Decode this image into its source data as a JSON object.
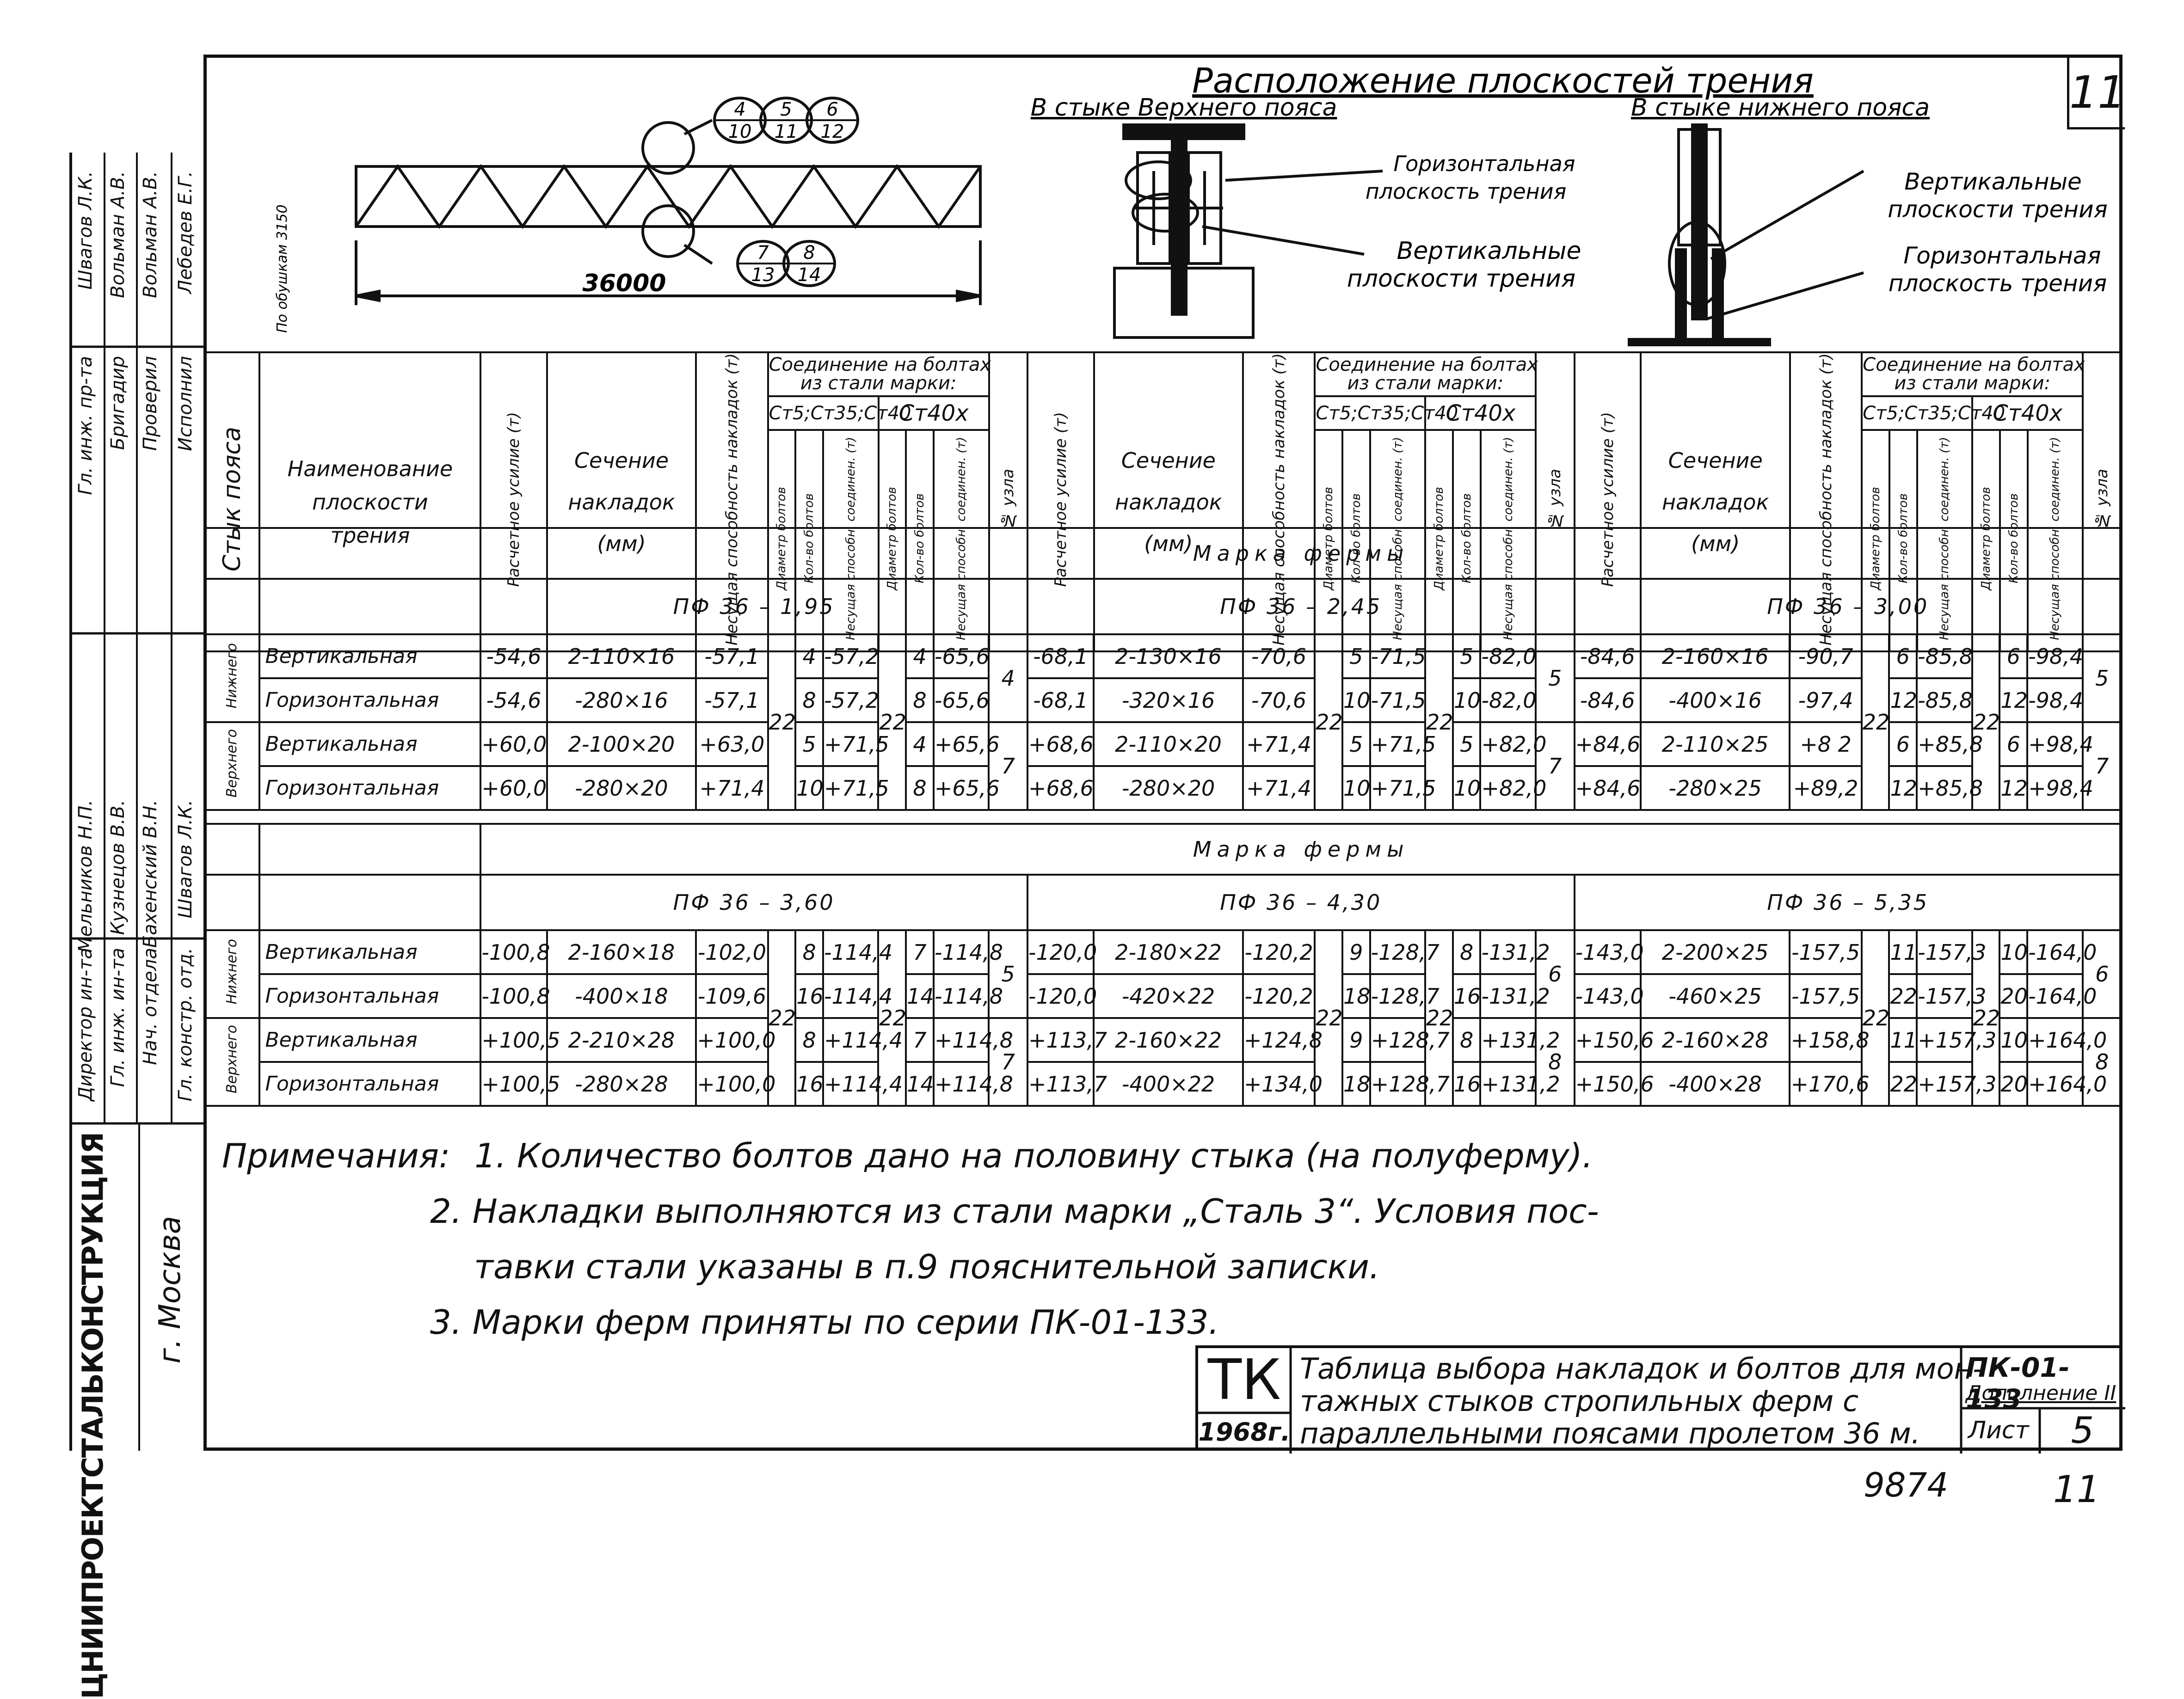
{
  "sheet_number": "11",
  "page_footer_left": "9874",
  "page_footer_right": "11",
  "diagram": {
    "span": "36000",
    "height_label": "По обушкам 3150",
    "callouts_top": [
      "4",
      "5",
      "6",
      "10",
      "11",
      "12"
    ],
    "callouts_bottom": [
      "7",
      "8",
      "13",
      "14"
    ]
  },
  "friction_planes": {
    "title": "Расположение плоскостей трения",
    "top_chord": "В стыке Верхнего пояса",
    "bottom_chord": "В стыке нижнего пояса",
    "top_horizontal": [
      "Горизонтальная",
      "плоскость трения"
    ],
    "top_vertical": [
      "Вертикальные",
      "плоскости трения"
    ],
    "bottom_vertical": [
      "Вертикальные",
      "плоскости трения"
    ],
    "bottom_horizontal": [
      "Горизонтальная",
      "плоскость трения"
    ]
  },
  "headers": {
    "joint": "Стык пояса",
    "plane_name": [
      "Наименование",
      "плоскости",
      "трения"
    ],
    "design_force": "Расчетное усилие (т)",
    "section": [
      "Сечение",
      "накладок",
      "(мм)"
    ],
    "capacity": "Несущая способность накладок (т)",
    "connection": [
      "Соединение на болтах",
      "из стали марки:"
    ],
    "steel_a": "Ст5;Ст35;Ст40",
    "steel_b": "Ст40х",
    "bolt_diameter": "Диаметр болтов",
    "bolt_count": "Кол-во болтов",
    "conn_capacity": "Несущая способн. соединен. (т)",
    "node_no": "№ узла",
    "truss_mark": "Марка фермы",
    "joint_bottom": "Нижнего",
    "joint_top": "Верхнего"
  },
  "plane_names": [
    "Вертикальная",
    "Горизонтальная",
    "Вертикальная",
    "Горизонтальная"
  ],
  "group1": {
    "marks": [
      "ПФ 36 – 1,95",
      "ПФ 36 – 2,45",
      "ПФ 36 – 3,00"
    ],
    "blocks": [
      {
        "rows": [
          [
            "-54,6",
            "2-110×16",
            "-57,1",
            "4",
            "-57,2",
            "4",
            "-65,6"
          ],
          [
            "-54,6",
            "-280×16",
            "-57,1",
            "8",
            "-57,2",
            "8",
            "-65,6"
          ],
          [
            "+60,0",
            "2-100×20",
            "+63,0",
            "5",
            "+71,5",
            "4",
            "+65,6"
          ],
          [
            "+60,0",
            "-280×20",
            "+71,4",
            "10",
            "+71,5",
            "8",
            "+65,6"
          ]
        ],
        "dia_a": "22",
        "dia_b": "22",
        "nodes": [
          "4",
          "7"
        ]
      },
      {
        "rows": [
          [
            "-68,1",
            "2-130×16",
            "-70,6",
            "5",
            "-71,5",
            "5",
            "-82,0"
          ],
          [
            "-68,1",
            "-320×16",
            "-70,6",
            "10",
            "-71,5",
            "10",
            "-82,0"
          ],
          [
            "+68,6",
            "2-110×20",
            "+71,4",
            "5",
            "+71,5",
            "5",
            "+82,0"
          ],
          [
            "+68,6",
            "-280×20",
            "+71,4",
            "10",
            "+71,5",
            "10",
            "+82,0"
          ]
        ],
        "dia_a": "22",
        "dia_b": "22",
        "nodes": [
          "5",
          "7"
        ]
      },
      {
        "rows": [
          [
            "-84,6",
            "2-160×16",
            "-90,7",
            "6",
            "-85,8",
            "6",
            "-98,4"
          ],
          [
            "-84,6",
            "-400×16",
            "-97,4",
            "12",
            "-85,8",
            "12",
            "-98,4"
          ],
          [
            "+84,6",
            "2-110×25",
            "+8 2",
            "6",
            "+85,8",
            "6",
            "+98,4"
          ],
          [
            "+84,6",
            "-280×25",
            "+89,2",
            "12",
            "+85,8",
            "12",
            "+98,4"
          ]
        ],
        "dia_a": "22",
        "dia_b": "22",
        "nodes": [
          "5",
          "7"
        ]
      }
    ]
  },
  "group2": {
    "marks": [
      "ПФ 36 – 3,60",
      "ПФ 36 – 4,30",
      "ПФ 36 – 5,35"
    ],
    "blocks": [
      {
        "rows": [
          [
            "-100,8",
            "2-160×18",
            "-102,0",
            "8",
            "-114,4",
            "7",
            "-114,8"
          ],
          [
            "-100,8",
            "-400×18",
            "-109,6",
            "16",
            "-114,4",
            "14",
            "-114,8"
          ],
          [
            "+100,5",
            "2-210×28",
            "+100,0",
            "8",
            "+114,4",
            "7",
            "+114,8"
          ],
          [
            "+100,5",
            "-280×28",
            "+100,0",
            "16",
            "+114,4",
            "14",
            "+114,8"
          ]
        ],
        "dia_a": "22",
        "dia_b": "22",
        "nodes": [
          "5",
          "7"
        ]
      },
      {
        "rows": [
          [
            "-120,0",
            "2-180×22",
            "-120,2",
            "9",
            "-128,7",
            "8",
            "-131,2"
          ],
          [
            "-120,0",
            "-420×22",
            "-120,2",
            "18",
            "-128,7",
            "16",
            "-131,2"
          ],
          [
            "+113,7",
            "2-160×22",
            "+124,8",
            "9",
            "+128,7",
            "8",
            "+131,2"
          ],
          [
            "+113,7",
            "-400×22",
            "+134,0",
            "18",
            "+128,7",
            "16",
            "+131,2"
          ]
        ],
        "dia_a": "22",
        "dia_b": "22",
        "nodes": [
          "6",
          "8"
        ]
      },
      {
        "rows": [
          [
            "-143,0",
            "2-200×25",
            "-157,5",
            "11",
            "-157,3",
            "10",
            "-164,0"
          ],
          [
            "-143,0",
            "-460×25",
            "-157,5",
            "22",
            "-157,3",
            "20",
            "-164,0"
          ],
          [
            "+150,6",
            "2-160×28",
            "+158,8",
            "11",
            "+157,3",
            "10",
            "+164,0"
          ],
          [
            "+150,6",
            "-400×28",
            "+170,6",
            "22",
            "+157,3",
            "20",
            "+164,0"
          ]
        ],
        "dia_a": "22",
        "dia_b": "22",
        "nodes": [
          "6",
          "8"
        ]
      }
    ]
  },
  "notes": {
    "heading": "Примечания:",
    "items": [
      "1. Количество болтов дано на половину стыка (на полуферму).",
      "2. Накладки выполняются из стали марки „Сталь 3“. Условия поставки стали указаны в п.9 пояснительной записки.",
      "3. Марки ферм приняты по серии ПК-01-133."
    ],
    "item2_line1": "2. Накладки выполняются из стали марки „Сталь 3“. Условия пос-",
    "item2_line2": "тавки стали указаны в п.9 пояснительной записки."
  },
  "title_block": {
    "code": "ТК",
    "year": "1968г.",
    "title_lines": [
      "Таблица выбора накладок и болтов для мон-",
      "тажных стыков стропильных ферм с",
      "параллельными поясами пролетом 36 м."
    ],
    "series": "ПК-01-133",
    "supplement": "Дополнение II",
    "sheet_label": "Лист",
    "sheet": "5"
  },
  "stamp": {
    "org_vertical": "ЦНИИПРОЕКТСТАЛЬКОНСТРУКЦИЯ",
    "city": "г. Москва",
    "roles": [
      "Директор ин-та",
      "Гл. инж. ин-та",
      "Нач. отдела",
      "Гл. констр. отд.",
      "Гл. инж. пр-та",
      "Бригадир",
      "Проверил",
      "Исполнил"
    ],
    "names": [
      "Мельников Н.П.",
      "Кузнецов В.В.",
      "Бахенский В.Н.",
      "Швагов Л.К.",
      "Швагов Л.К.",
      "Вольман А.В.",
      "Вольман А.В.",
      "Лебедев Е.Г."
    ]
  }
}
